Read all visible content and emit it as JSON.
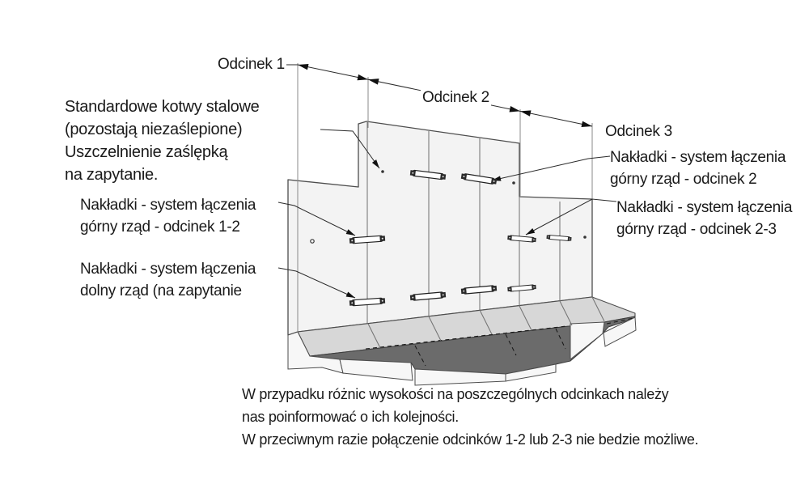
{
  "colors": {
    "background": "#ffffff",
    "wall_fill": "#f3f3f3",
    "wall_bright": "#f7f7f7",
    "band_light": "#d7d7d7",
    "band_dark": "#6b6b6b",
    "outline": "#4d4d4d",
    "joint": "#6f6f6f",
    "thin": "#8a8a8a",
    "text": "#1a1a1a",
    "arrow": "#111111"
  },
  "dimensions": {
    "segment_1": "Odcinek 1",
    "segment_2": "Odcinek 2",
    "segment_3": "Odcinek 3"
  },
  "annotations": {
    "anchors_note": {
      "lines": [
        "Standardowe kotwy stalowe",
        "(pozostają niezaślepione)",
        "Uszczelnienie zaślępką",
        "na zapytanie."
      ]
    },
    "label_top_left": {
      "lines": [
        "Nakładki - system łączenia",
        "górny rząd - odcinek 1-2"
      ]
    },
    "label_bottom_left": {
      "lines": [
        "Nakładki - system łączenia",
        "dolny rząd (na zapytanie"
      ]
    },
    "label_right_1": {
      "lines": [
        "Nakładki - system łączenia",
        "górny rząd - odcinek 2"
      ]
    },
    "label_right_2": {
      "lines": [
        "Nakładki - system łączenia",
        "górny rząd - odcinek 2-3"
      ]
    },
    "bottom_note": {
      "lines": [
        "W przypadku różnic wysokości na poszczególnych odcinkach należy",
        "nas poinformować o ich kolejności.",
        "W przeciwnym razie połączenie odcinków 1-2 lub 2-3 nie bedzie możliwe."
      ]
    }
  }
}
